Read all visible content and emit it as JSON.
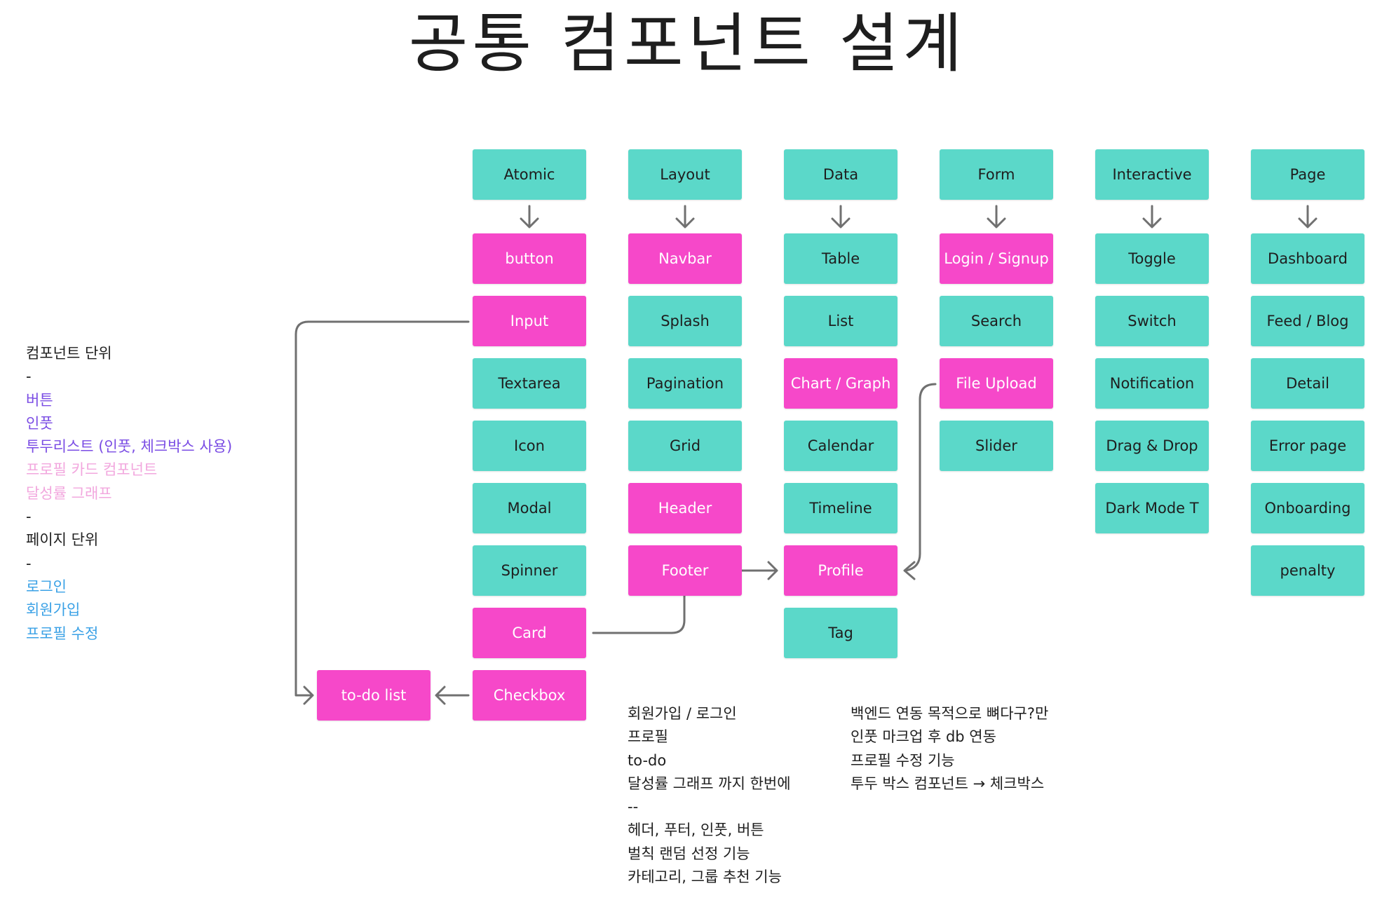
{
  "title": "공통 컴포넌트 설계",
  "colors": {
    "teal": "#5bd8c9",
    "pink": "#f648c9",
    "purple": "#7a4ce4",
    "light_pink": "#f2a7de",
    "blue": "#3aa1e6",
    "dark": "#1e1e1e",
    "line": "#707070"
  },
  "columns": [
    {
      "category": "Atomic",
      "items": [
        {
          "label": "button",
          "color": "pink"
        },
        {
          "label": "Input",
          "color": "pink"
        },
        {
          "label": "Textarea",
          "color": "teal"
        },
        {
          "label": "Icon",
          "color": "teal"
        },
        {
          "label": "Modal",
          "color": "teal"
        },
        {
          "label": "Spinner",
          "color": "teal"
        },
        {
          "label": "Card",
          "color": "pink"
        },
        {
          "label": "Checkbox",
          "color": "pink"
        }
      ]
    },
    {
      "category": "Layout",
      "items": [
        {
          "label": "Navbar",
          "color": "pink"
        },
        {
          "label": "Splash",
          "color": "teal"
        },
        {
          "label": "Pagination",
          "color": "teal"
        },
        {
          "label": "Grid",
          "color": "teal"
        },
        {
          "label": "Header",
          "color": "pink"
        },
        {
          "label": "Footer",
          "color": "pink"
        }
      ]
    },
    {
      "category": "Data",
      "items": [
        {
          "label": "Table",
          "color": "teal"
        },
        {
          "label": "List",
          "color": "teal"
        },
        {
          "label": "Chart / Graph",
          "color": "pink"
        },
        {
          "label": "Calendar",
          "color": "teal"
        },
        {
          "label": "Timeline",
          "color": "teal"
        },
        {
          "label": "Profile",
          "color": "pink"
        },
        {
          "label": "Tag",
          "color": "teal"
        }
      ]
    },
    {
      "category": "Form",
      "items": [
        {
          "label": "Login / Signup",
          "color": "pink"
        },
        {
          "label": "Search",
          "color": "teal"
        },
        {
          "label": "File Upload",
          "color": "pink"
        },
        {
          "label": "Slider",
          "color": "teal"
        }
      ]
    },
    {
      "category": "Interactive",
      "items": [
        {
          "label": "Toggle",
          "color": "teal"
        },
        {
          "label": "Switch",
          "color": "teal"
        },
        {
          "label": "Notification",
          "color": "teal"
        },
        {
          "label": "Drag & Drop",
          "color": "teal"
        },
        {
          "label": "Dark Mode T",
          "color": "teal"
        }
      ]
    },
    {
      "category": "Page",
      "items": [
        {
          "label": "Dashboard",
          "color": "teal"
        },
        {
          "label": "Feed / Blog",
          "color": "teal"
        },
        {
          "label": "Detail",
          "color": "teal"
        },
        {
          "label": "Error page",
          "color": "teal"
        },
        {
          "label": "Onboarding",
          "color": "teal"
        },
        {
          "label": "penalty",
          "color": "teal"
        }
      ]
    }
  ],
  "todo_box": {
    "label": "to-do list",
    "color": "pink"
  },
  "left_notes": [
    {
      "text": "컴포넌트 단위",
      "color": "dark"
    },
    {
      "text": "-",
      "color": "dark"
    },
    {
      "text": "버튼",
      "color": "purple"
    },
    {
      "text": "인풋",
      "color": "purple"
    },
    {
      "text": "투두리스트 (인풋, 체크박스 사용)",
      "color": "purple"
    },
    {
      "text": "프로필 카드 컴포넌트",
      "color": "light_pink"
    },
    {
      "text": "달성률 그래프",
      "color": "light_pink"
    },
    {
      "text": "-",
      "color": "dark"
    },
    {
      "text": "페이지 단위",
      "color": "dark"
    },
    {
      "text": "-",
      "color": "dark"
    },
    {
      "text": "로그인",
      "color": "blue"
    },
    {
      "text": "회원가입",
      "color": "blue"
    },
    {
      "text": "프로필 수정",
      "color": "blue"
    }
  ],
  "middle_notes": [
    "회원가입 / 로그인",
    "프로필",
    "to-do",
    "달성률 그래프 까지 한번에",
    "--",
    "헤더, 푸터, 인풋, 버튼",
    "벌칙 랜덤 선정 기능",
    "카테고리, 그룹 추천 기능"
  ],
  "right_notes": [
    "백엔드 연동 목적으로 뼈다구?만",
    "인풋 마크업 후 db 연동",
    "프로필 수정 기능",
    "투두 박스 컴포넌트 → 체크박스"
  ]
}
